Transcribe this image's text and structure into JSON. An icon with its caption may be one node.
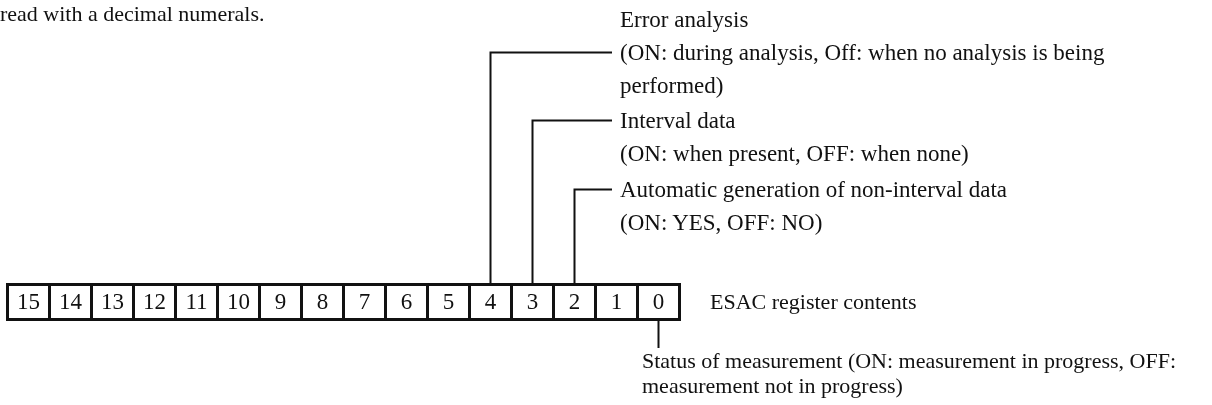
{
  "diagram": {
    "nodes": [
      {
        "text": [
          "15"
        ]
      },
      {
        "text": [
          "14"
        ]
      },
      {
        "text": [
          "13"
        ]
      },
      {
        "text": [
          "12"
        ]
      },
      {
        "text": [
          "11"
        ]
      },
      {
        "text": [
          "10"
        ]
      },
      {
        "text": [
          "9"
        ]
      },
      {
        "text": [
          "8"
        ]
      },
      {
        "text": [
          "7"
        ]
      },
      {
        "text": [
          "6"
        ]
      },
      {
        "text": [
          "5"
        ]
      },
      {
        "text": [
          "4"
        ]
      },
      {
        "text": [
          "3"
        ]
      },
      {
        "text": [
          "2"
        ]
      },
      {
        "text": [
          "1"
        ]
      },
      {
        "text": [
          "0"
        ]
      },
      {
        "text": [
          "Error analysis",
          "(ON: during analysis, Off: when no analysis is being performed)"
        ]
      },
      {
        "text": [
          "Interval data",
          "(ON: when present, OFF: when none)"
        ]
      },
      {
        "text": [
          "Automatic generation of non-interval data",
          "(ON: YES, OFF: NO)"
        ]
      },
      {
        "text": [
          "Status of measurement (ON: measurement in progress, OFF: measurement not in progress)"
        ]
      }
    ],
    "edges": [
      {
        "from": 16,
        "to": 11,
        "arrow": "none"
      },
      {
        "from": 17,
        "to": 12,
        "arrow": "none"
      },
      {
        "from": 18,
        "to": 13,
        "arrow": "none"
      },
      {
        "from": 19,
        "to": 15,
        "arrow": "none"
      }
    ],
    "labels": [
      "read with a decimal numerals.",
      "ESAC register contents"
    ]
  }
}
